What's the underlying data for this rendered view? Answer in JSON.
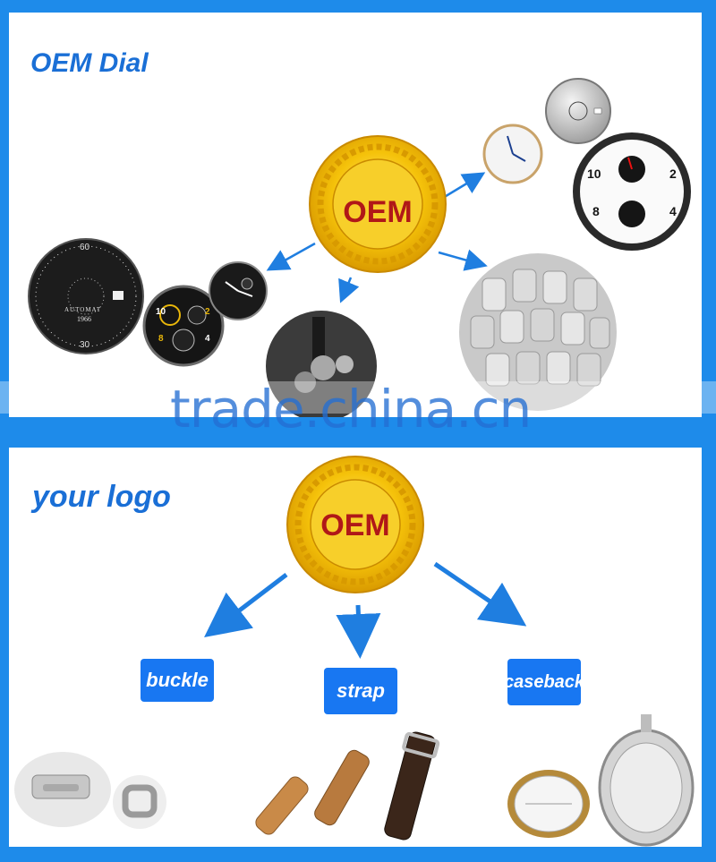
{
  "top": {
    "heading": "OEM Dial",
    "medal_text": "OEM",
    "dials": {
      "black_dial_numbers": [
        "60",
        "30"
      ],
      "black_dial_text": [
        "AUTOMAT",
        "1966"
      ],
      "chrono_dial_numbers": [
        "10",
        "2",
        "8",
        "4"
      ],
      "white_dial_numbers": [
        "10",
        "2",
        "8",
        "4"
      ]
    }
  },
  "bottom": {
    "heading": "your logo",
    "medal_text": "OEM",
    "buttons": {
      "buckle": "buckle",
      "strap": "strap",
      "caseback": "caseback"
    }
  },
  "watermark": "trade.china.cn",
  "colors": {
    "frame": "#1e8bea",
    "heading": "#1a6fd6",
    "button": "#1877f2",
    "medal_gold": "#f2b705",
    "medal_text": "#b01818",
    "arrow": "#1f7ee0"
  }
}
